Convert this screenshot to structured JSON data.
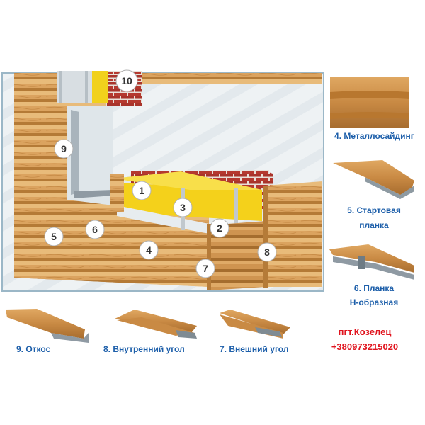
{
  "colors": {
    "label_blue": "#1d5faa",
    "contact_red": "#e0141e",
    "panel_bg": "#eef2f4",
    "panel_border": "#9bb7c7",
    "wood": "#d9a25c",
    "wood_dark": "#b97e3b",
    "brick": "#b5392f",
    "insulation": "#f4d11b"
  },
  "callouts": [
    "1",
    "2",
    "3",
    "4",
    "5",
    "6",
    "7",
    "8",
    "9",
    "10"
  ],
  "products": {
    "p4": {
      "label": "4. Металлосайдинг",
      "icon": "metal-siding-panel"
    },
    "p5": {
      "label_line1": "5. Стартовая",
      "label_line2": "планка",
      "icon": "starter-strip"
    },
    "p6": {
      "label_line1": "6. Планка",
      "label_line2": "Н-образная",
      "icon": "h-profile-strip"
    },
    "p9": {
      "label": "9. Откос",
      "icon": "window-slope-profile"
    },
    "p8": {
      "label": "8. Внутренний угол",
      "icon": "inner-corner-profile"
    },
    "p7": {
      "label": "7. Внешний угол",
      "icon": "outer-corner-profile"
    }
  },
  "contact": {
    "location": "пгт.Козелец",
    "phone": "+380973215020"
  }
}
